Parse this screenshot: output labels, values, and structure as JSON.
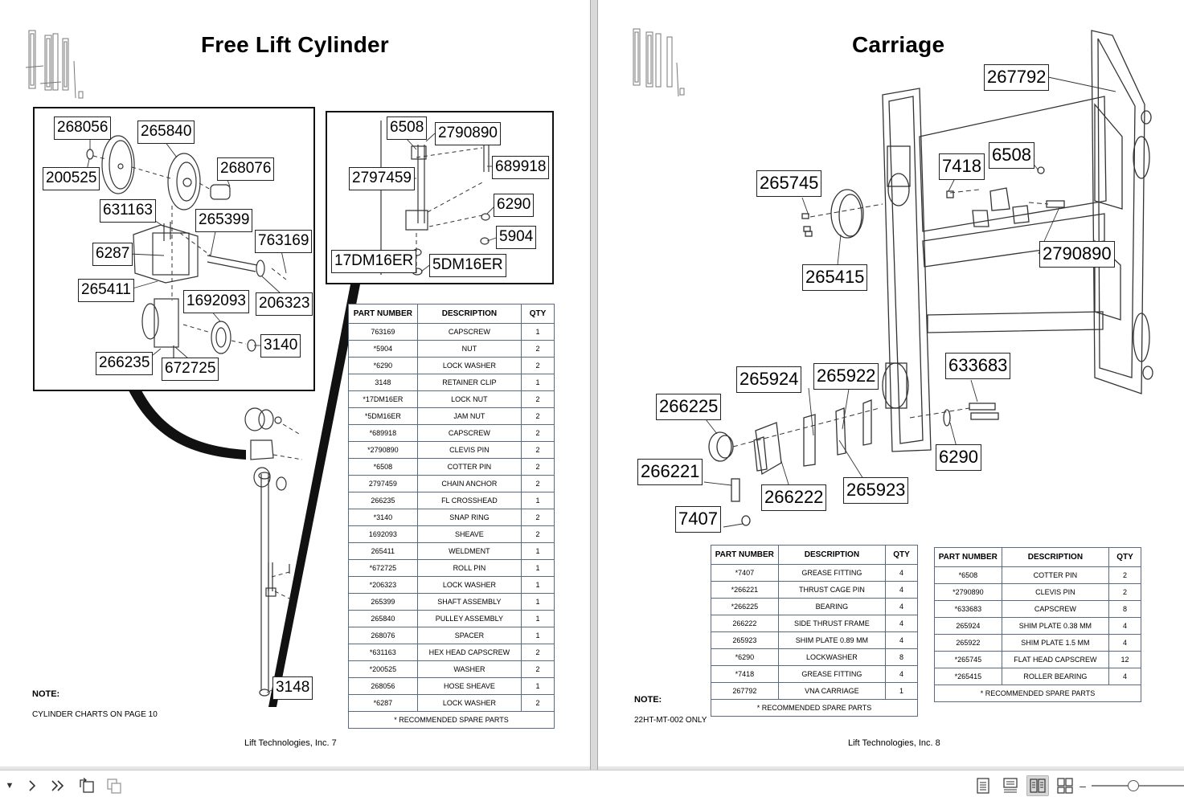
{
  "left_page": {
    "title": "Free Lift Cylinder",
    "footer": "Lift Technologies, Inc. 7",
    "note_label": "NOTE:",
    "note_text": "CYLINDER CHARTS ON PAGE 10",
    "callouts": [
      "268056",
      "265840",
      "200525",
      "268076",
      "631163",
      "265399",
      "763169",
      "6287",
      "265411",
      "1692093",
      "206323",
      "3140",
      "266235",
      "672725",
      "6508",
      "2790890",
      "2797459",
      "689918",
      "6290",
      "5904",
      "17DM16ER",
      "5DM16ER",
      "3148"
    ],
    "table": {
      "headers": [
        "PART NUMBER",
        "DESCRIPTION",
        "QTY"
      ],
      "rows": [
        [
          "763169",
          "CAPSCREW",
          "1"
        ],
        [
          "*5904",
          "NUT",
          "2"
        ],
        [
          "*6290",
          "LOCK WASHER",
          "2"
        ],
        [
          "3148",
          "RETAINER CLIP",
          "1"
        ],
        [
          "*17DM16ER",
          "LOCK NUT",
          "2"
        ],
        [
          "*5DM16ER",
          "JAM NUT",
          "2"
        ],
        [
          "*689918",
          "CAPSCREW",
          "2"
        ],
        [
          "*2790890",
          "CLEVIS PIN",
          "2"
        ],
        [
          "*6508",
          "COTTER PIN",
          "2"
        ],
        [
          "2797459",
          "CHAIN ANCHOR",
          "2"
        ],
        [
          "266235",
          "FL CROSSHEAD",
          "1"
        ],
        [
          "*3140",
          "SNAP RING",
          "2"
        ],
        [
          "1692093",
          "SHEAVE",
          "2"
        ],
        [
          "265411",
          "WELDMENT",
          "1"
        ],
        [
          "*672725",
          "ROLL PIN",
          "1"
        ],
        [
          "*206323",
          "LOCK WASHER",
          "1"
        ],
        [
          "265399",
          "SHAFT ASSEMBLY",
          "1"
        ],
        [
          "265840",
          "PULLEY ASSEMBLY",
          "1"
        ],
        [
          "268076",
          "SPACER",
          "1"
        ],
        [
          "*631163",
          "HEX HEAD CAPSCREW",
          "2"
        ],
        [
          "*200525",
          "WASHER",
          "2"
        ],
        [
          "268056",
          "HOSE SHEAVE",
          "1"
        ],
        [
          "*6287",
          "LOCK WASHER",
          "2"
        ]
      ],
      "footer": "* RECOMMENDED SPARE PARTS"
    }
  },
  "right_page": {
    "title": "Carriage",
    "footer": "Lift Technologies, Inc. 8",
    "note_label": "NOTE:",
    "note_text": "22HT-MT-002 ONLY",
    "callouts": [
      "267792",
      "7418",
      "6508",
      "265745",
      "2790890",
      "265415",
      "633683",
      "265924",
      "265922",
      "266225",
      "6290",
      "266221",
      "265923",
      "266222",
      "7407"
    ],
    "table_a": {
      "headers": [
        "PART NUMBER",
        "DESCRIPTION",
        "QTY"
      ],
      "rows": [
        [
          "*7407",
          "GREASE FITTING",
          "4"
        ],
        [
          "*266221",
          "THRUST CAGE PIN",
          "4"
        ],
        [
          "*266225",
          "BEARING",
          "4"
        ],
        [
          "266222",
          "SIDE THRUST FRAME",
          "4"
        ],
        [
          "265923",
          "SHIM PLATE 0.89 MM",
          "4"
        ],
        [
          "*6290",
          "LOCKWASHER",
          "8"
        ],
        [
          "*7418",
          "GREASE FITTING",
          "4"
        ],
        [
          "267792",
          "VNA CARRIAGE",
          "1"
        ]
      ],
      "footer": "* RECOMMENDED SPARE PARTS"
    },
    "table_b": {
      "headers": [
        "PART NUMBER",
        "DESCRIPTION",
        "QTY"
      ],
      "rows": [
        [
          "*6508",
          "COTTER PIN",
          "2"
        ],
        [
          "*2790890",
          "CLEVIS PIN",
          "2"
        ],
        [
          "*633683",
          "CAPSCREW",
          "8"
        ],
        [
          "265924",
          "SHIM PLATE 0.38 MM",
          "4"
        ],
        [
          "265922",
          "SHIM PLATE 1.5 MM",
          "4"
        ],
        [
          "*265745",
          "FLAT HEAD CAPSCREW",
          "12"
        ],
        [
          "*265415",
          "ROLLER BEARING",
          "4"
        ]
      ],
      "footer": "* RECOMMENDED SPARE PARTS"
    }
  },
  "toolbar": {
    "icons": [
      "dropdown-arrow-icon",
      "next-page-icon",
      "last-page-icon",
      "rotate-page-icon",
      "copy-page-icon",
      "single-page-icon",
      "continuous-page-icon",
      "two-page-icon",
      "two-page-continuous-icon"
    ],
    "active_view": "two-page-icon"
  }
}
